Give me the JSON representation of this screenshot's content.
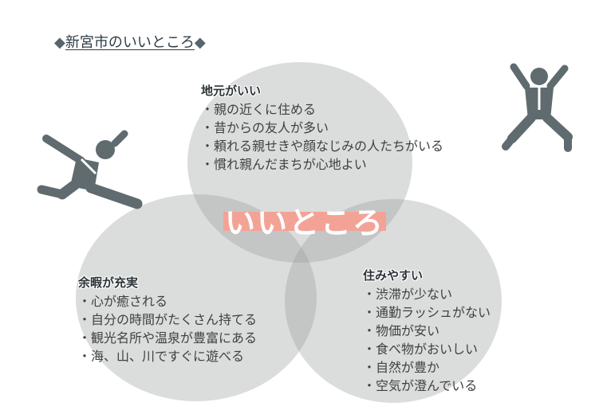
{
  "title": {
    "diamond_left": "◆",
    "text": "新宮市のいいところ",
    "diamond_right": "◆"
  },
  "center_label": "いいところ",
  "groups": {
    "top": {
      "heading": "地元がいい",
      "items": [
        "親の近くに住める",
        "昔からの友人が多い",
        "頼れる親せきや顔なじみの人たちがいる",
        "慣れ親んだまちが心地よい"
      ]
    },
    "left": {
      "heading": "余暇が充実",
      "items": [
        "心が癒される",
        "自分の時間がたくさん持てる",
        "観光名所や温泉が豊富にある",
        "海、山、川ですぐに遊べる"
      ]
    },
    "right": {
      "heading": "住みやすい",
      "items": [
        "渋滞が少ない",
        "通勤ラッシュがない",
        "物価が安い",
        "食べ物がおいしい",
        "自然が豊か",
        "空気が澄んでいる"
      ]
    }
  },
  "colors": {
    "circle_fill": "#969b99",
    "center_band": "#f3a396",
    "figure": "#5f6b6e"
  },
  "icons": {
    "left_figure": "running-businessman-icon",
    "right_figure": "cheering-businessman-icon"
  }
}
